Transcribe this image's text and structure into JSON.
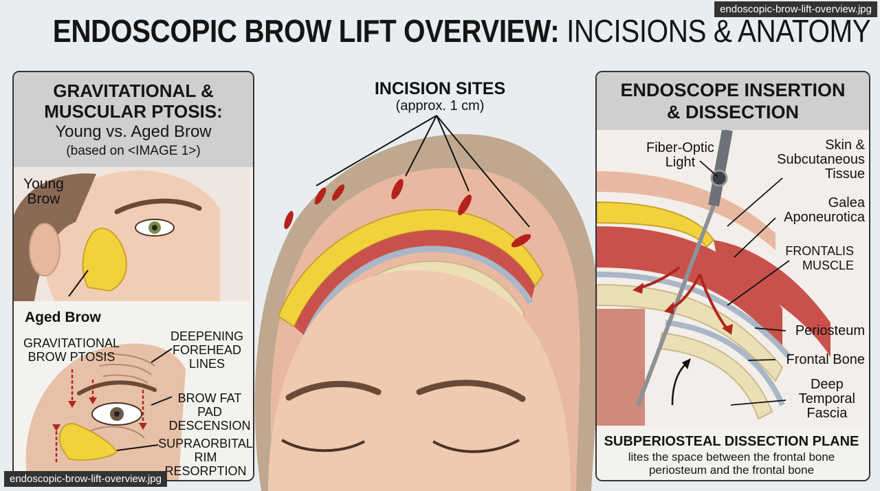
{
  "title_bold": "ENDOSCOPIC BROW LIFT OVERVIEW:",
  "title_light": "INCISIONS & ANATOMY",
  "filename_top": "endoscopic-brow-lift-overview.jpg",
  "filename_bottom": "endoscopic-brow-lift-overview.jpg",
  "left_panel": {
    "heading_line1": "GRAVITATIONAL &",
    "heading_line2": "MUSCULAR PTOSIS:",
    "subheading": "Young vs. Aged Brow",
    "note": "(based on <IMAGE 1>)",
    "young_label_line1": "Young",
    "young_label_line2": "Brow",
    "aged_title": "Aged Brow",
    "aged_labels": {
      "ptosis_line1": "GRAVITATIONAL",
      "ptosis_line2": "BROW PTOSIS",
      "lines_line1": "DEEPENING",
      "lines_line2": "FOREHEAD",
      "lines_line3": "LINES",
      "fatpad_line1": "BROW FAT PAD",
      "fatpad_line2": "DESCENSION",
      "rim_line1": "SUPRAORBITAL",
      "rim_line2": "RIM RESORPTION"
    }
  },
  "center": {
    "incision_title": "INCISION SITES",
    "incision_size": "(approx. 1 cm)"
  },
  "right_panel": {
    "heading_line1": "ENDOSCOPE INSERTION",
    "heading_line2": "& DISSECTION",
    "labels": {
      "fiber_line1": "Fiber-Optic",
      "fiber_line2": "Light",
      "skin_line1": "Skin &",
      "skin_line2": "Subcutaneous",
      "skin_line3": "Tissue",
      "galea_line1": "Galea",
      "galea_line2": "Aponeurotica",
      "frontalis_line1": "FRONTALIS",
      "frontalis_line2": "MUSCLE",
      "periosteum": "Periosteum",
      "frontal_bone": "Frontal Bone",
      "temporal_line1": "Deep",
      "temporal_line2": "Temporal",
      "temporal_line3": "Fascia"
    },
    "plane_title": "SUBPERIOSTEAL DISSECTION PLANE",
    "plane_desc_line1": "lites the space between the frontal bone",
    "plane_desc_line2": "periosteum and the frontal bone"
  },
  "colors": {
    "fat": "#f2d23c",
    "muscle": "#c8524b",
    "skin": "#efc9b0",
    "bone": "#ebe0b5",
    "incision": "#b5221b",
    "arrow": "#b0261f"
  }
}
